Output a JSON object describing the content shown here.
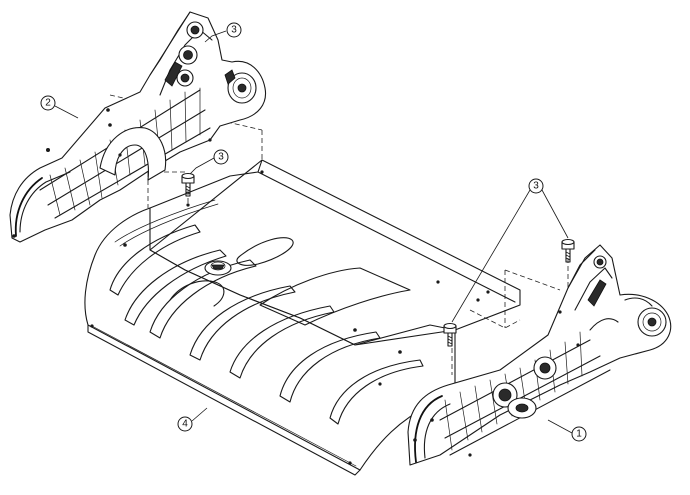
{
  "callouts": {
    "c1": "1",
    "c2": "2",
    "c3a": "3",
    "c3b": "3",
    "c3c": "3",
    "c4": "4"
  }
}
